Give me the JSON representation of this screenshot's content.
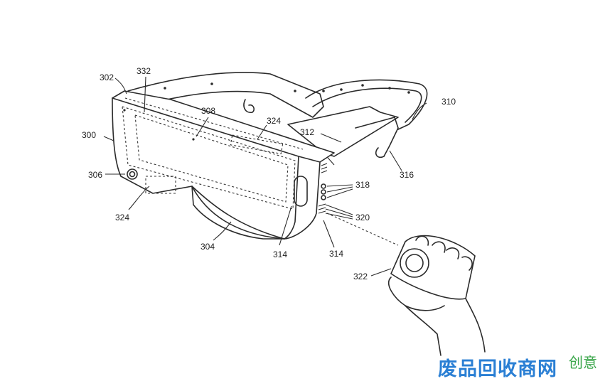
{
  "figure": {
    "reference_numerals": [
      {
        "id": "n300",
        "text": "300"
      },
      {
        "id": "n302",
        "text": "302"
      },
      {
        "id": "n332",
        "text": "332"
      },
      {
        "id": "n308",
        "text": "308"
      },
      {
        "id": "n324a",
        "text": "324"
      },
      {
        "id": "n312",
        "text": "312"
      },
      {
        "id": "n310",
        "text": "310"
      },
      {
        "id": "n306",
        "text": "306"
      },
      {
        "id": "n324b",
        "text": "324"
      },
      {
        "id": "n316",
        "text": "316"
      },
      {
        "id": "n318",
        "text": "318"
      },
      {
        "id": "n320",
        "text": "320"
      },
      {
        "id": "n304",
        "text": "304"
      },
      {
        "id": "n314a",
        "text": "314"
      },
      {
        "id": "n314b",
        "text": "314"
      },
      {
        "id": "n322",
        "text": "322"
      }
    ]
  },
  "watermark": {
    "main_text": "废品回收商网",
    "sub_text": "创意",
    "main_color": "#2a7fd4",
    "sub_color": "#3aa64a"
  }
}
